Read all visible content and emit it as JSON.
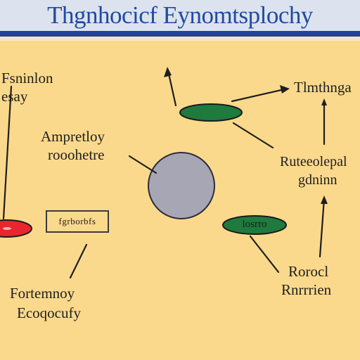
{
  "title": "Thgnhocicf Eynomtsplochy",
  "labels": {
    "top_left": [
      "Fsninlon",
      "esay"
    ],
    "mid_left": [
      "Ampretloy",
      "rooohetre"
    ],
    "top_right": "Tlmthnga",
    "mid_right": [
      "Ruteeolepal",
      "gdninn"
    ],
    "box": "fgrborbfs",
    "green_oval": "losrro",
    "bottom_left": [
      "Fortemnoy",
      "Ecoqocufy"
    ],
    "bottom_right": [
      "Rorocl",
      "Rnrrrien"
    ]
  },
  "colors": {
    "title": "#1f4aa3",
    "header_rule": "#22419a",
    "panel": "#fbd98c",
    "green": "#1f7a3e",
    "gray_circle": "#a6a6b5",
    "red": "#e8262e"
  }
}
